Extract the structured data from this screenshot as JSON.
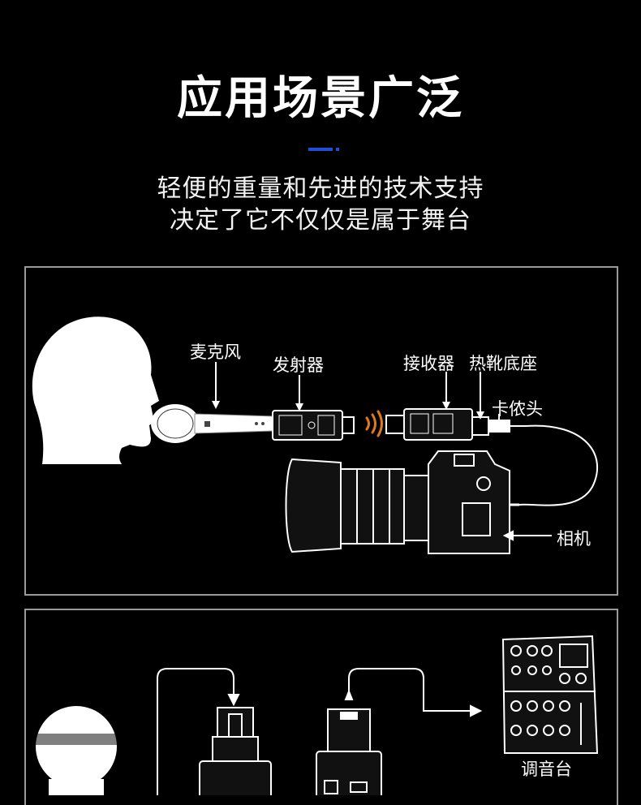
{
  "heading": {
    "title": "应用场景广泛",
    "line1": "轻便的重量和先进的技术支持",
    "line2": "决定了它不仅仅是属于舞台"
  },
  "scene1": {
    "labels": {
      "microphone": "麦克风",
      "transmitter": "发射器",
      "receiver": "接收器",
      "hot_shoe": "热靴底座",
      "connector": "卡侬头",
      "camera": "相机"
    }
  },
  "scene2": {
    "labels": {
      "mixer": "调音台"
    }
  },
  "colors": {
    "accent": "#1e4fd6",
    "signal": "#e0781e",
    "panel_border": "#9a9a9a"
  },
  "icons": [
    "head-silhouette-icon",
    "microphone-icon",
    "transmitter-icon",
    "wireless-signal-icon",
    "receiver-icon",
    "camera-icon",
    "mixer-icon"
  ]
}
